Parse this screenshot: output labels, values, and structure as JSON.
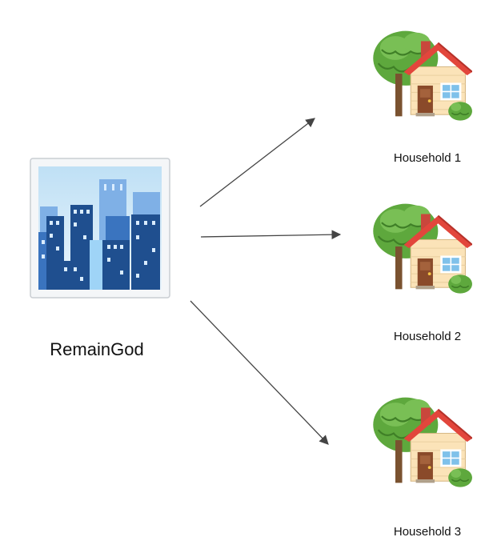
{
  "source": {
    "label": "RemainGod",
    "icon": "cityscape-icon"
  },
  "households": [
    {
      "label": "Household 1",
      "icon": "house-with-garden-icon"
    },
    {
      "label": "Household 2",
      "icon": "house-with-garden-icon"
    },
    {
      "label": "Household 3",
      "icon": "house-with-garden-icon"
    }
  ],
  "colors": {
    "arrow": "#444444",
    "sky_top": "#bfe0f5",
    "sky_bottom": "#eaf5fc",
    "building_dark": "#1f4f8f",
    "building_mid": "#3a74bf",
    "building_light": "#7fb0e6",
    "window": "#d9ecff",
    "frame": "#f4f6f8",
    "frame_border": "#c9cdd2",
    "roof": "#e2463c",
    "wall": "#fbe3b8",
    "door": "#8a4a2a",
    "tree": "#5ea83d",
    "tree_dark": "#3f7f27",
    "trunk": "#7a5230",
    "house_window": "#7fc1ea"
  }
}
